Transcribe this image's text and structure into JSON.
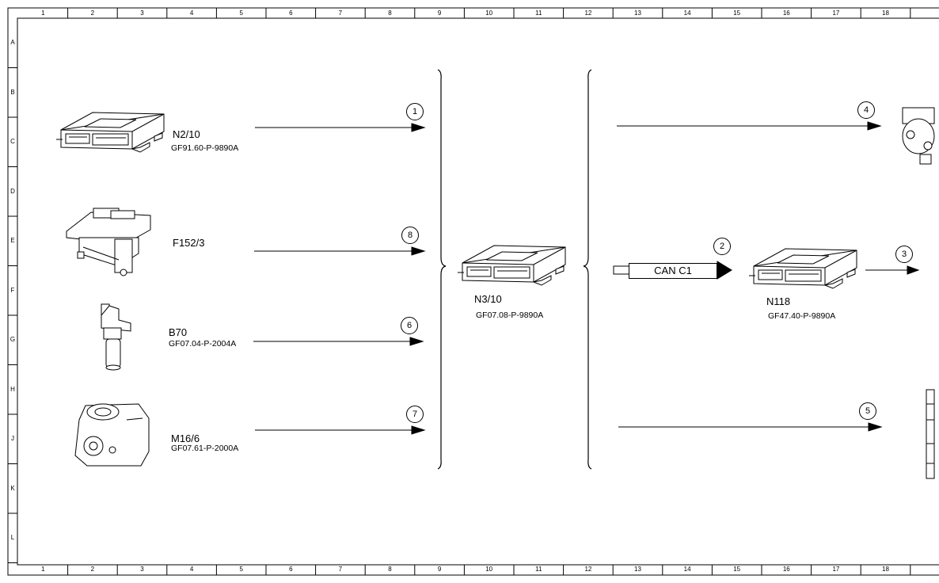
{
  "grid": {
    "columns": [
      "1",
      "2",
      "3",
      "4",
      "5",
      "6",
      "7",
      "8",
      "9",
      "10",
      "11",
      "12",
      "13",
      "14",
      "15",
      "16",
      "17",
      "18"
    ],
    "rows": [
      "A",
      "B",
      "C",
      "D",
      "E",
      "F",
      "G",
      "H",
      "J",
      "K",
      "L"
    ]
  },
  "components": {
    "n2_10": {
      "name": "N2/10",
      "code": "GF91.60-P-9890A"
    },
    "f152_3": {
      "name": "F152/3"
    },
    "b70": {
      "name": "B70",
      "code": "GF07.04-P-2004A"
    },
    "m16_6": {
      "name": "M16/6",
      "code": "GF07.61-P-2000A"
    },
    "n3_10": {
      "name": "N3/10",
      "code": "GF07.08-P-9890A"
    },
    "n118": {
      "name": "N118",
      "code": "GF47.40-P-9890A"
    }
  },
  "bus": {
    "label": "CAN C1"
  },
  "signals": [
    "1",
    "8",
    "6",
    "7",
    "2",
    "3",
    "4",
    "5"
  ]
}
